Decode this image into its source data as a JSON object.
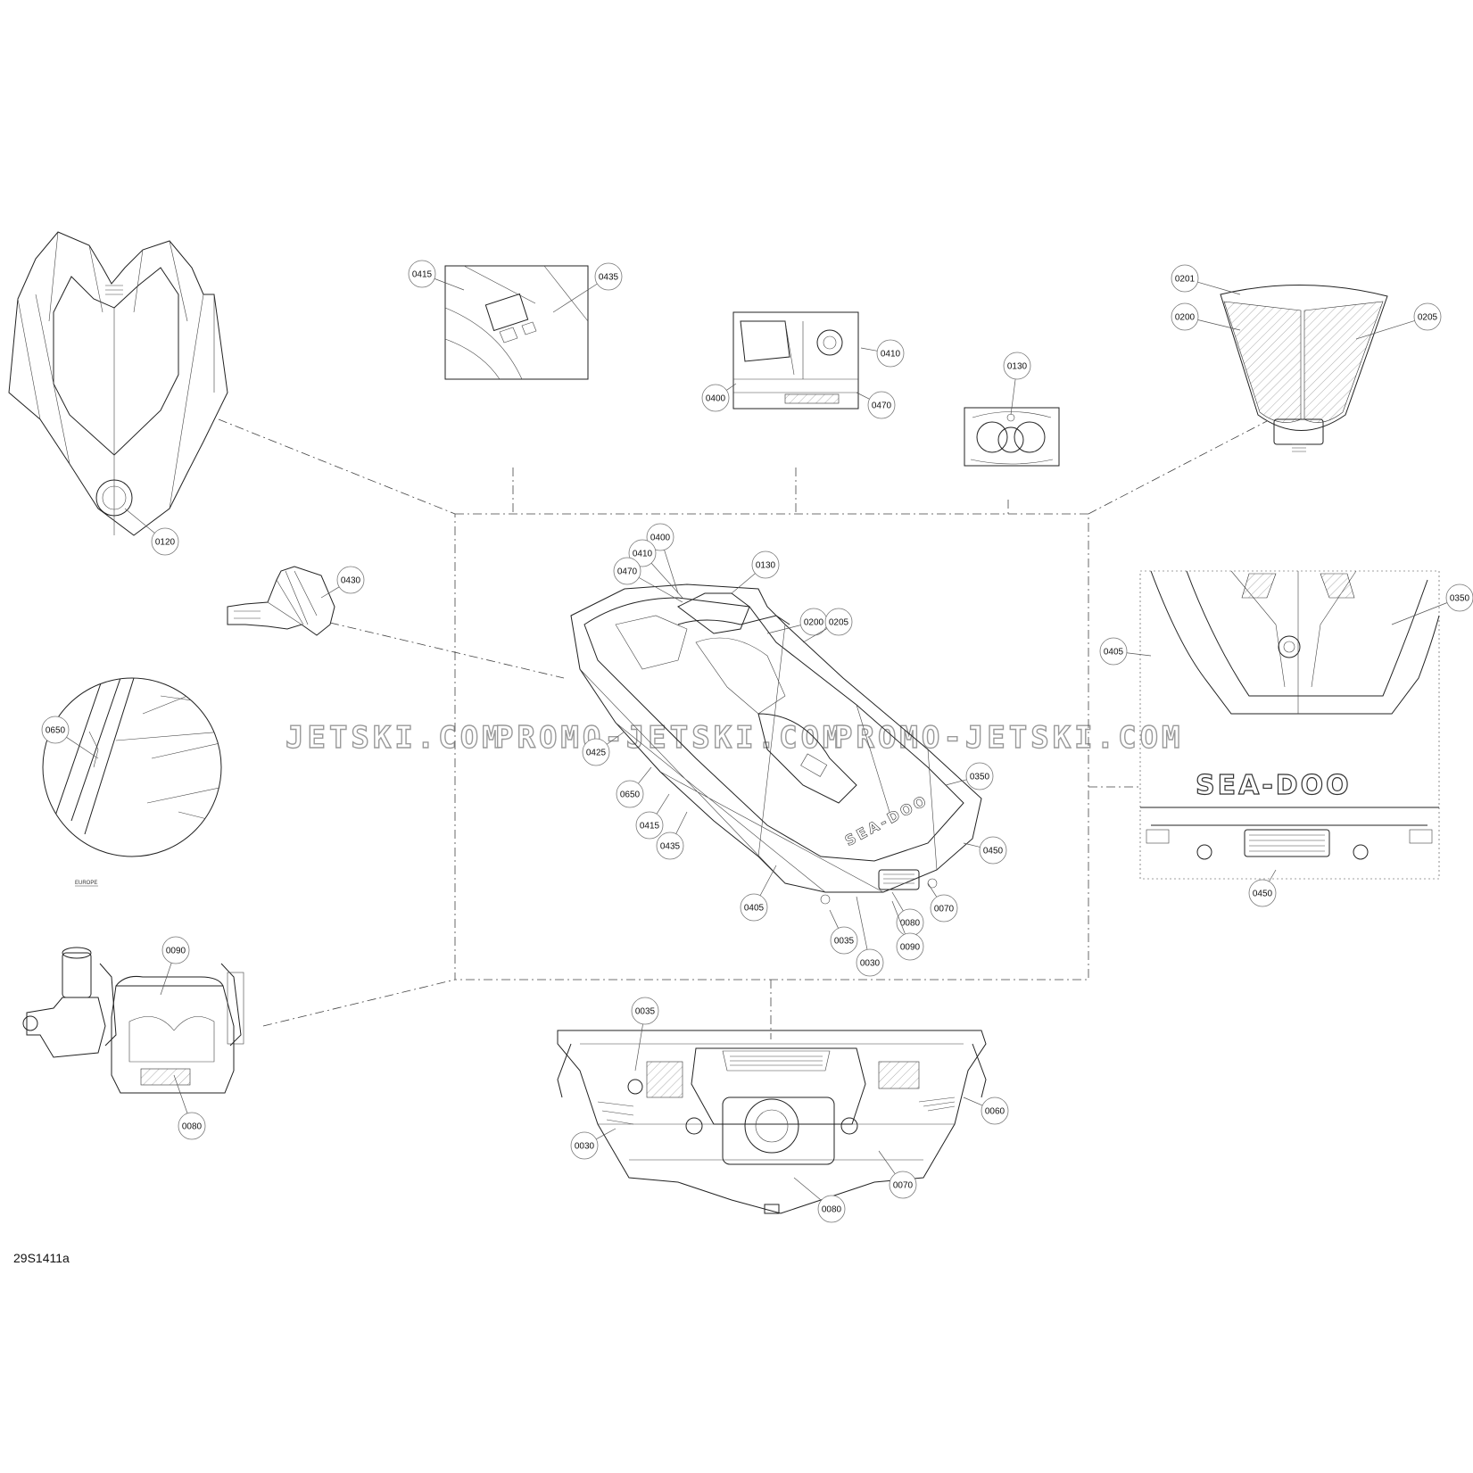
{
  "watermarks": [
    "JETSKI.COM",
    "PROMO-JETSKI.COM",
    "PROMO-JETSKI.COM"
  ],
  "diagram_code": "29S1411a",
  "region_label": "EUROPE",
  "brand_mark": "SEA-DOO",
  "callouts": [
    {
      "id": "0120"
    },
    {
      "id": "0430"
    },
    {
      "id": "0650"
    },
    {
      "id": "0090"
    },
    {
      "id": "0080"
    },
    {
      "id": "0415"
    },
    {
      "id": "0435"
    },
    {
      "id": "0410"
    },
    {
      "id": "0400"
    },
    {
      "id": "0470"
    },
    {
      "id": "0130"
    },
    {
      "id": "0201"
    },
    {
      "id": "0200"
    },
    {
      "id": "0205"
    },
    {
      "id": "0400"
    },
    {
      "id": "0410"
    },
    {
      "id": "0470"
    },
    {
      "id": "0130"
    },
    {
      "id": "0200"
    },
    {
      "id": "0205"
    },
    {
      "id": "0425"
    },
    {
      "id": "0650"
    },
    {
      "id": "0415"
    },
    {
      "id": "0435"
    },
    {
      "id": "0350"
    },
    {
      "id": "0450"
    },
    {
      "id": "0405"
    },
    {
      "id": "0070"
    },
    {
      "id": "0080"
    },
    {
      "id": "0035"
    },
    {
      "id": "0090"
    },
    {
      "id": "0030"
    },
    {
      "id": "0405"
    },
    {
      "id": "0350"
    },
    {
      "id": "0450"
    },
    {
      "id": "0035"
    },
    {
      "id": "0060"
    },
    {
      "id": "0030"
    },
    {
      "id": "0070"
    },
    {
      "id": "0080"
    }
  ]
}
